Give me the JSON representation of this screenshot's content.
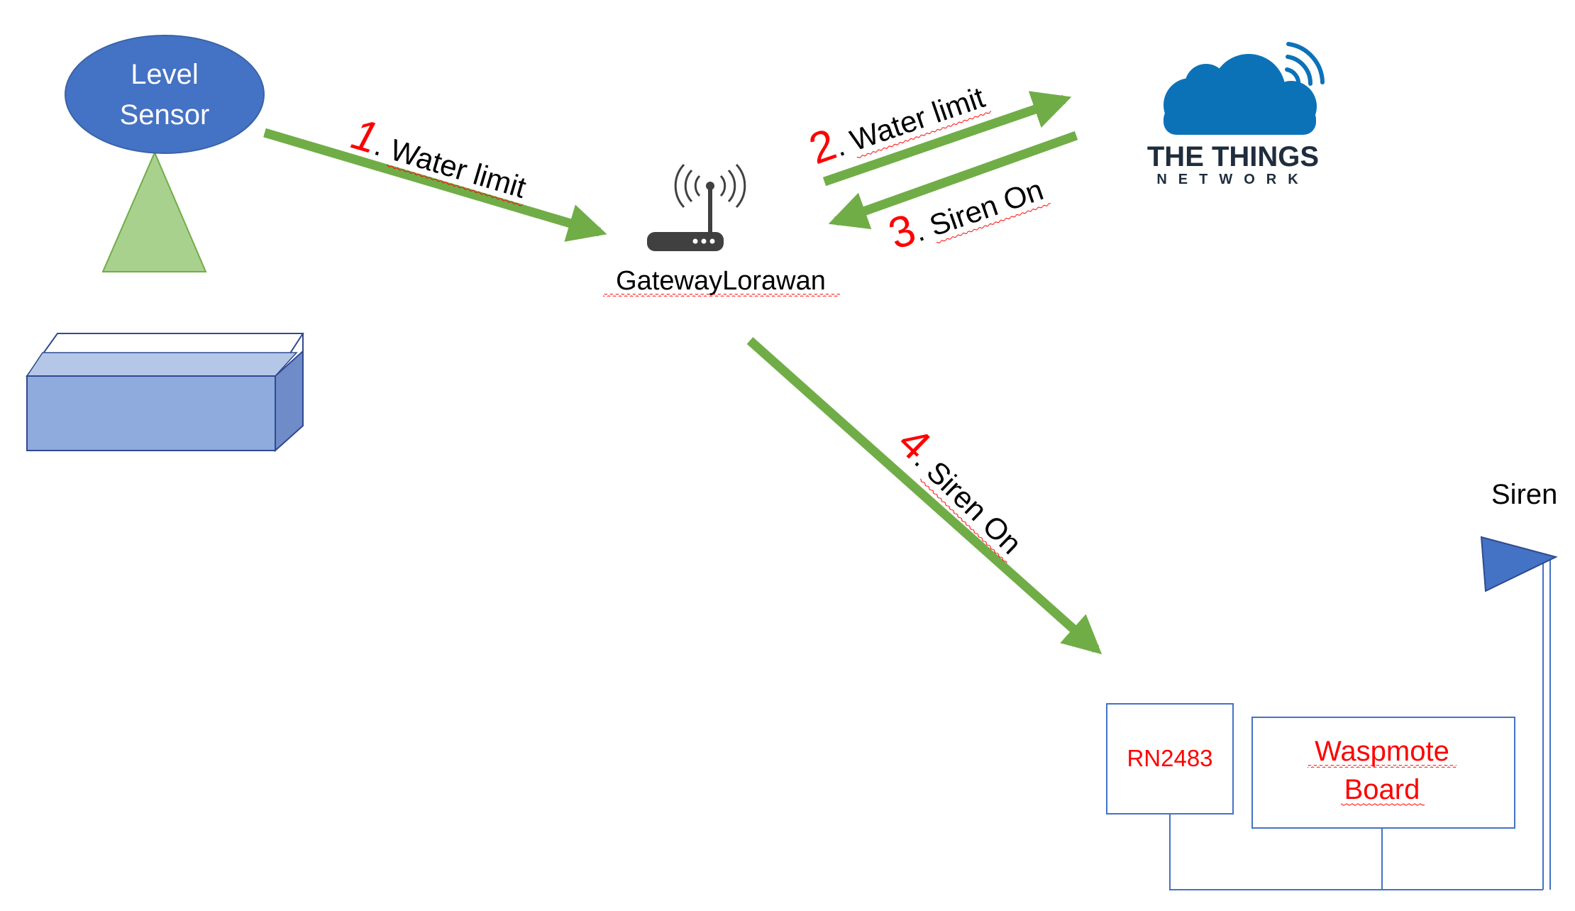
{
  "nodes": {
    "level_sensor": {
      "line1": "Level",
      "line2": "Sensor"
    },
    "gateway": {
      "label": "GatewayLorawan"
    },
    "ttn": {
      "line1": "THE THINGS",
      "line2": "NETWORK"
    },
    "rn2483": {
      "label": "RN2483"
    },
    "waspmote": {
      "line1": "Waspmote",
      "line2": "Board"
    },
    "siren": {
      "label": "Siren"
    }
  },
  "steps": [
    {
      "num": "1",
      "text": ". Water limit"
    },
    {
      "num": "2",
      "text": ". Water limit"
    },
    {
      "num": "3",
      "text": ". Siren On"
    },
    {
      "num": "4",
      "text": ". Siren On"
    }
  ],
  "colors": {
    "arrow": "#70ad47",
    "sensor_fill": "#4472c4",
    "sensor_text": "#ffffff",
    "cone_fill": "#a9d18e",
    "cone_stroke": "#70ad47",
    "tank_front": "#8faadc",
    "tank_side": "#6f8cc8",
    "tank_stroke": "#2f4a8f",
    "step_number": "#ff0000",
    "label_text": "#000000",
    "ttn_cloud": "#0c72b8",
    "ttn_text": "#1f2d3d",
    "router": "#404040",
    "box_stroke": "#4472c4",
    "board_text": "#ff0000",
    "siren_flag": "#4472c4"
  }
}
